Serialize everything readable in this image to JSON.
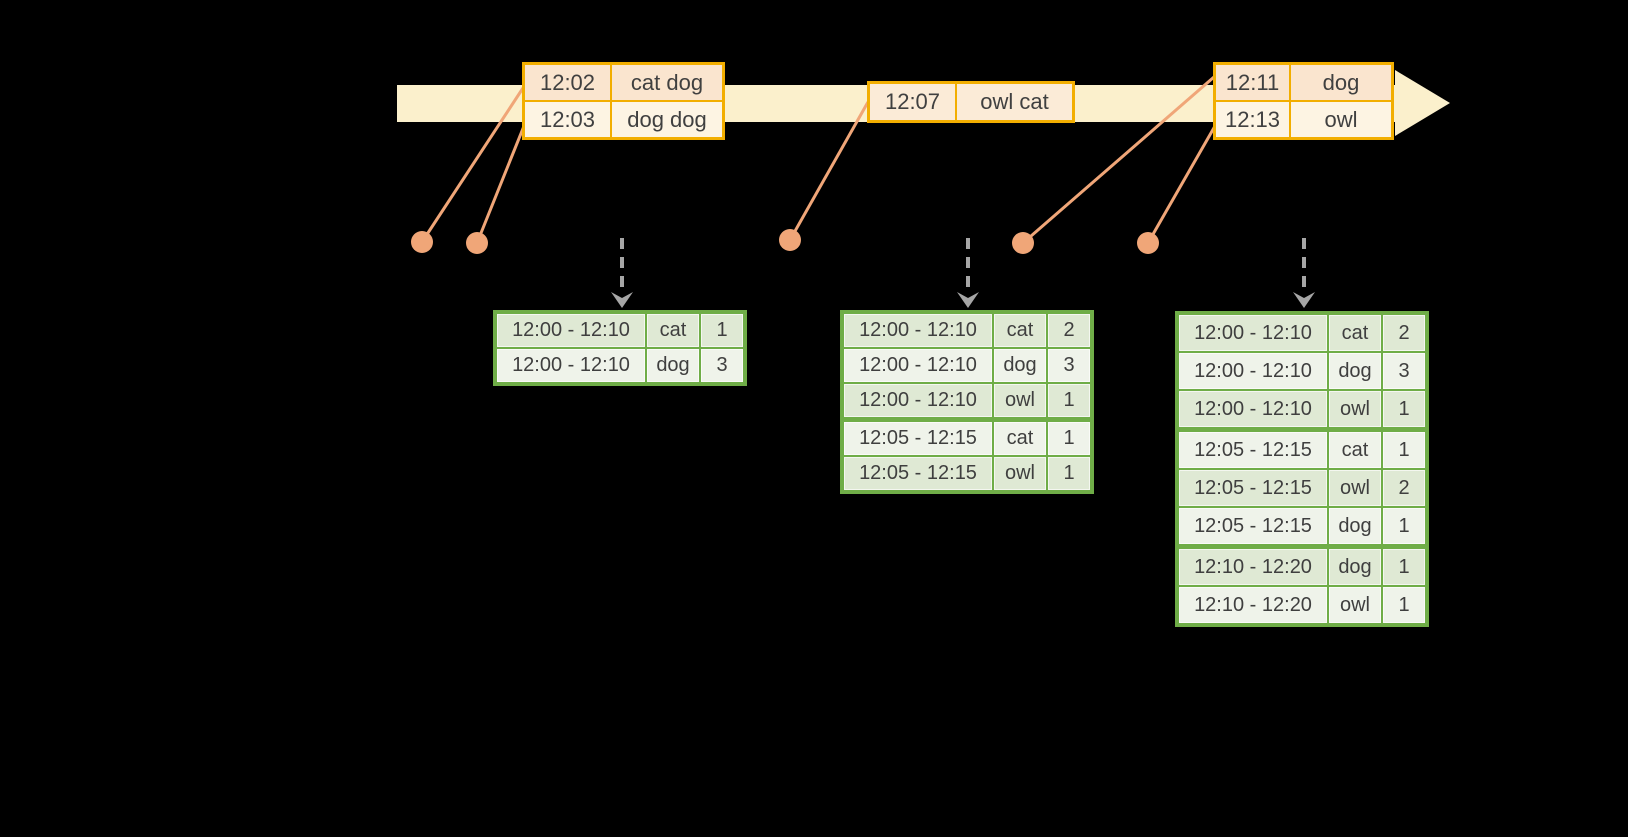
{
  "colors": {
    "background": "#000000",
    "timeline_fill": "#FBF0CC",
    "event_border": "#F2AE00",
    "event_row_peach": "#FAE5CF",
    "event_row_cream": "#FDF4E3",
    "connector": "#F0A678",
    "dashed_arrow": "#A6A6A6",
    "result_border": "#6FAD47",
    "result_row_dark": "#DFE9D4",
    "result_row_light": "#EFF3EA",
    "text": "#3F3F3F"
  },
  "event_tables": [
    {
      "rows": [
        {
          "time": "12:02",
          "words": "cat dog"
        },
        {
          "time": "12:03",
          "words": "dog dog"
        }
      ]
    },
    {
      "rows": [
        {
          "time": "12:07",
          "words": "owl cat"
        }
      ]
    },
    {
      "rows": [
        {
          "time": "12:11",
          "words": "dog"
        },
        {
          "time": "12:13",
          "words": "owl"
        }
      ]
    }
  ],
  "result_tables": [
    {
      "rows": [
        {
          "window": "12:00 - 12:10",
          "word": "cat",
          "count": "1"
        },
        {
          "window": "12:00 - 12:10",
          "word": "dog",
          "count": "3"
        }
      ]
    },
    {
      "rows": [
        {
          "window": "12:00 - 12:10",
          "word": "cat",
          "count": "2"
        },
        {
          "window": "12:00 - 12:10",
          "word": "dog",
          "count": "3"
        },
        {
          "window": "12:00 - 12:10",
          "word": "owl",
          "count": "1"
        },
        {
          "window": "12:05 - 12:15",
          "word": "cat",
          "count": "1"
        },
        {
          "window": "12:05 - 12:15",
          "word": "owl",
          "count": "1"
        }
      ]
    },
    {
      "rows": [
        {
          "window": "12:00 - 12:10",
          "word": "cat",
          "count": "2"
        },
        {
          "window": "12:00 - 12:10",
          "word": "dog",
          "count": "3"
        },
        {
          "window": "12:00 - 12:10",
          "word": "owl",
          "count": "1"
        },
        {
          "window": "12:05 - 12:15",
          "word": "cat",
          "count": "1"
        },
        {
          "window": "12:05 - 12:15",
          "word": "owl",
          "count": "2"
        },
        {
          "window": "12:05 - 12:15",
          "word": "dog",
          "count": "1"
        },
        {
          "window": "12:10 - 12:20",
          "word": "dog",
          "count": "1"
        },
        {
          "window": "12:10 - 12:20",
          "word": "owl",
          "count": "1"
        }
      ]
    }
  ]
}
